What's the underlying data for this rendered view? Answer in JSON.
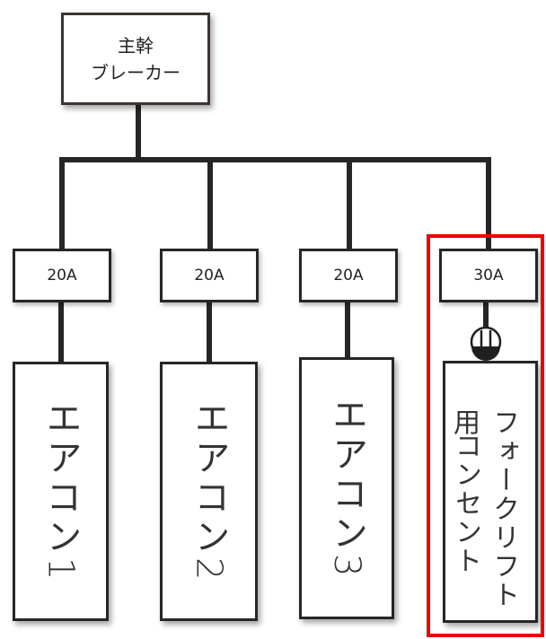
{
  "main_breaker": {
    "line1": "主幹",
    "line2": "ブレーカー"
  },
  "branches": [
    {
      "rating": "20A",
      "load": "エアコン1"
    },
    {
      "rating": "20A",
      "load": "エアコン2"
    },
    {
      "rating": "20A",
      "load": "エアコン3"
    },
    {
      "rating": "30A",
      "load_line1": "フォークリフト用",
      "load_line2": "コンセント"
    }
  ],
  "colors": {
    "line": "#262626",
    "highlight": "#ee0000"
  },
  "icons": {
    "outlet": "outlet-symbol-icon"
  }
}
